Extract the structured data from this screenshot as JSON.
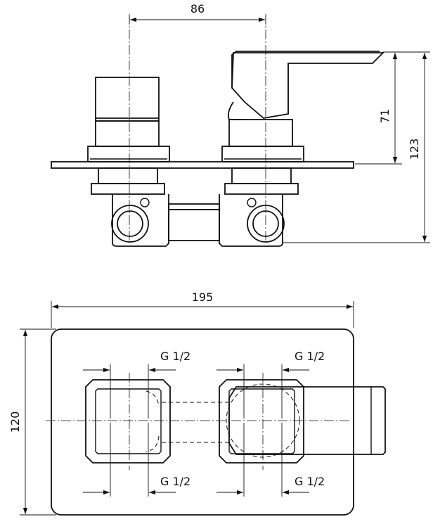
{
  "dimensions": {
    "top_width": "86",
    "spout_height": "71",
    "total_height": "123",
    "plate_width": "195",
    "plate_height": "120"
  },
  "threads": {
    "top_left": "G 1/2",
    "top_right": "G 1/2",
    "bottom_left": "G 1/2",
    "bottom_right": "G 1/2"
  }
}
